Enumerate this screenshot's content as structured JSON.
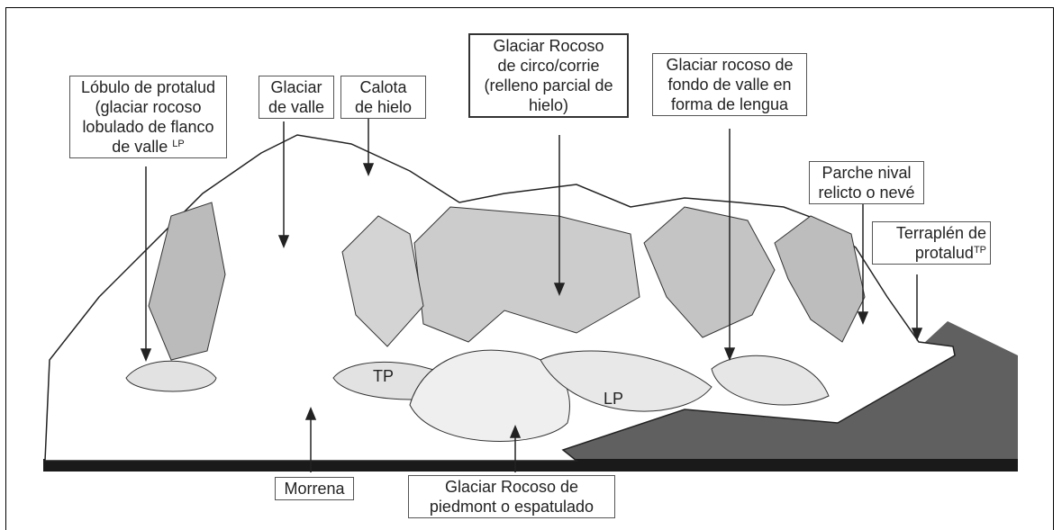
{
  "labels": {
    "lobulo": {
      "lines": [
        "Lóbulo de protalud",
        "(glaciar rocoso",
        "lobulado de flanco",
        "de valle"
      ],
      "sup": "LP"
    },
    "valle": {
      "lines": [
        "Glaciar",
        "de valle"
      ]
    },
    "calota": {
      "lines": [
        "Calota",
        "de hielo"
      ]
    },
    "circo": {
      "lines": [
        "Glaciar Rocoso",
        "de circo/corrie",
        "(relleno parcial de",
        "hielo)"
      ]
    },
    "fondo": {
      "lines": [
        "Glaciar rocoso de",
        "fondo de valle en",
        "forma de lengua"
      ]
    },
    "parche": {
      "lines": [
        "Parche nival",
        "relicto o nevé"
      ]
    },
    "terraplen": {
      "lines": [
        "Terraplén de",
        "protalud"
      ],
      "sup": "TP"
    },
    "morrena": {
      "lines": [
        "Morrena"
      ]
    },
    "piedmont": {
      "lines": [
        "Glaciar Rocoso de",
        "piedmont o espatulado"
      ]
    }
  },
  "tags": {
    "tp": "TP",
    "lp": "LP"
  }
}
